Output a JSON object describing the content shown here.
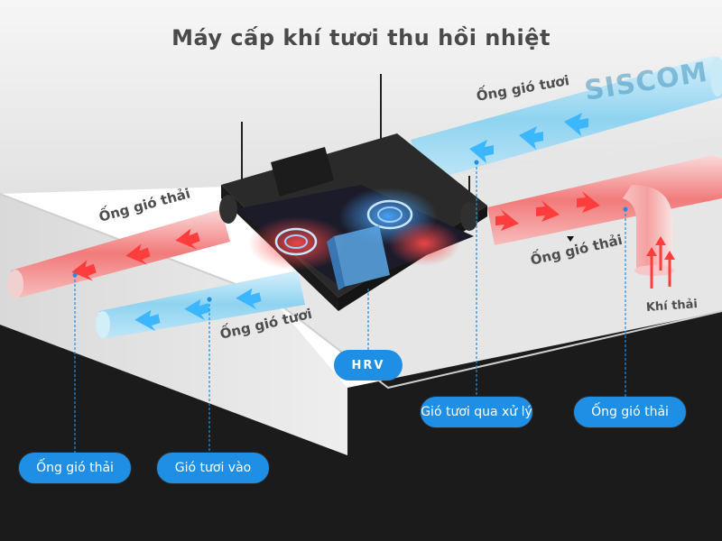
{
  "title": "Máy cấp khí tươi thu hồi nhiệt",
  "brand": "SISCOM",
  "duct_labels": {
    "top_right_fresh": "Ống gió tươi",
    "left_exhaust": "Ống gió thải",
    "right_exhaust": "Ống gió thải",
    "bottom_fresh": "Ống gió tươi",
    "exhaust_air": "Khí thải"
  },
  "callouts": {
    "hrv": "HRV",
    "treated_fresh": "Gió tươi qua xử lý",
    "exhaust_duct": "Ống gió thải",
    "exhaust_duct_left": "Ống gió thải",
    "fresh_in": "Gió tươi vào"
  },
  "colors": {
    "fresh_air": "#8fd3f0",
    "exhaust_air": "#f27a7a",
    "callout": "#1f8fe6",
    "floor": "#1b1b1b",
    "ceiling": "#e9e9e9"
  }
}
